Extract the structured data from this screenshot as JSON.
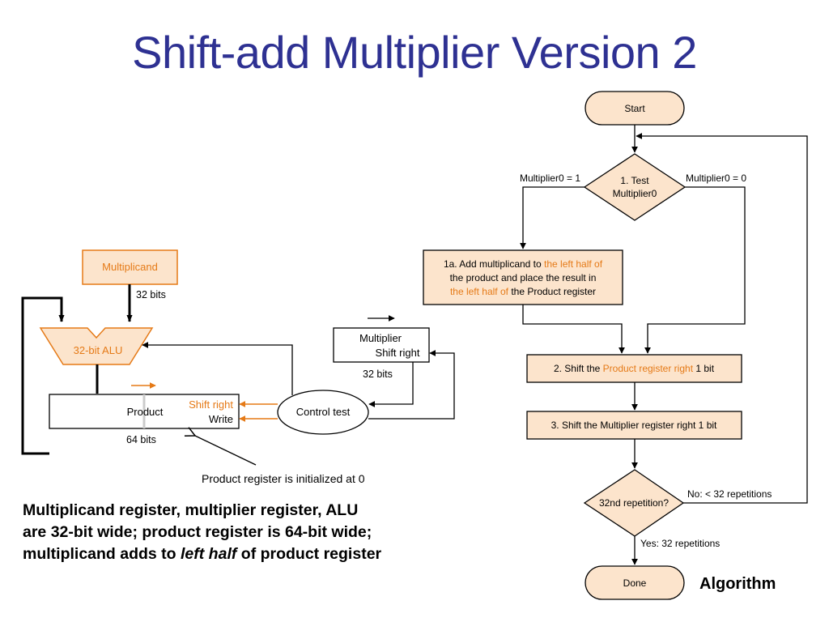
{
  "title": "Shift-add Multiplier Version 2",
  "hardware": {
    "multiplicand_label": "Multiplicand",
    "multiplicand_bits": "32 bits",
    "alu_label": "32-bit ALU",
    "product_label": "Product",
    "product_bits": "64 bits",
    "shift_right_label": "Shift right",
    "write_label": "Write",
    "control_label": "Control test",
    "multiplier_label": "Multiplier",
    "multiplier_shift_label": "Shift right",
    "multiplier_bits": "32 bits",
    "init_note": "Product register is initialized at 0"
  },
  "summary": {
    "line1": "Multiplicand register, multiplier register,  ALU",
    "line2": "are 32-bit wide; product register is 64-bit wide;",
    "line3_prefix": "multiplicand adds to ",
    "line3_em": "left half",
    "line3_suffix": " of product register"
  },
  "flowchart": {
    "start": "Start",
    "test_line1": "1. Test",
    "test_line2": "Multiplier0",
    "branch_one": "Multiplier0 = 1",
    "branch_zero": "Multiplier0 = 0",
    "step1a_p1": "1a. Add multiplicand to ",
    "step1a_h1": "the left half of",
    "step1a_p2": "the product and place the result in",
    "step1a_h2": "the left half of",
    "step1a_p3": " the Product register",
    "step2_p1": "2. Shift the ",
    "step2_h": "Product register right",
    "step2_p2": " 1 bit",
    "step3": "3. Shift the Multiplier register right 1 bit",
    "repeat_q": "32nd repetition?",
    "no_label": "No:  < 32 repetitions",
    "yes_label": "Yes:  32 repetitions",
    "done": "Done",
    "caption": "Algorithm"
  },
  "colors": {
    "title": "#2e3192",
    "accent": "#e57a17",
    "box_fill": "#fce4cc"
  }
}
